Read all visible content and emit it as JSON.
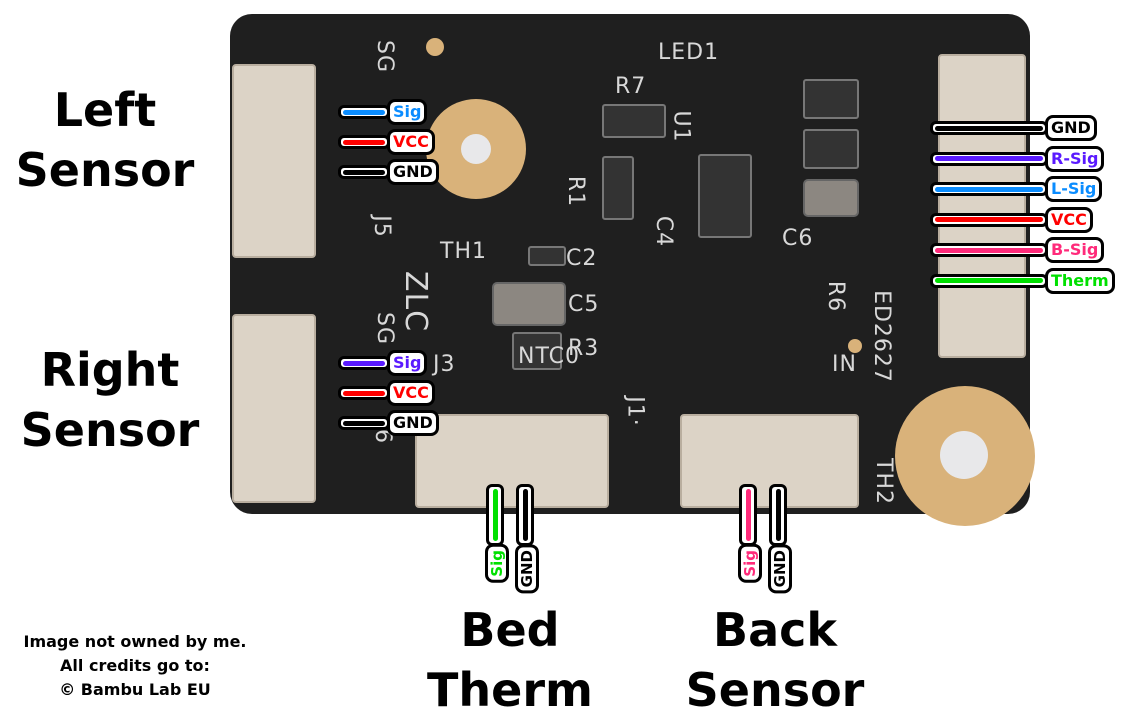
{
  "left_sensor": {
    "title_line1": "Left",
    "title_line2": "Sensor",
    "pins": [
      {
        "label": "Sig",
        "color": "#0a8cff"
      },
      {
        "label": "VCC",
        "color": "#ff0000"
      },
      {
        "label": "GND",
        "color": "#000000"
      }
    ]
  },
  "right_sensor": {
    "title_line1": "Right",
    "title_line2": "Sensor",
    "pins": [
      {
        "label": "Sig",
        "color": "#5a1aff"
      },
      {
        "label": "VCC",
        "color": "#ff0000"
      },
      {
        "label": "GND",
        "color": "#000000"
      }
    ]
  },
  "main_connector": {
    "pins": [
      {
        "label": "GND",
        "color": "#000000"
      },
      {
        "label": "R-Sig",
        "color": "#5a1aff"
      },
      {
        "label": "L-Sig",
        "color": "#0a8cff"
      },
      {
        "label": "VCC",
        "color": "#ff0000"
      },
      {
        "label": "B-Sig",
        "color": "#ff2a7a"
      },
      {
        "label": "Therm",
        "color": "#00e000"
      }
    ]
  },
  "bed_therm": {
    "title_line1": "Bed",
    "title_line2": "Therm",
    "pins": [
      {
        "label": "Sig",
        "color": "#00e000"
      },
      {
        "label": "GND",
        "color": "#000000"
      }
    ]
  },
  "back_sensor": {
    "title_line1": "Back",
    "title_line2": "Sensor",
    "pins": [
      {
        "label": "Sig",
        "color": "#ff2a7a"
      },
      {
        "label": "GND",
        "color": "#000000"
      }
    ]
  },
  "silkscreen": {
    "sg1": "SG",
    "j5": "J5",
    "th1": "TH1",
    "zlc": "ZLC",
    "sg2": "SG",
    "j3": "J3",
    "six": "6",
    "ntc0": "NTC0",
    "j1": "J1·",
    "led1": "LED1",
    "r7": "R7",
    "u1": "U1",
    "r1": "R1",
    "c4": "C4",
    "c2": "C2",
    "c5": "C5",
    "r3": "R3",
    "r6": "R6",
    "c6": "C6",
    "in": "IN",
    "ed": "ED2627",
    "th2": "TH2"
  },
  "credit": {
    "line1": "Image not owned by me.",
    "line2": "All credits go to:",
    "line3": "© Bambu Lab EU"
  }
}
